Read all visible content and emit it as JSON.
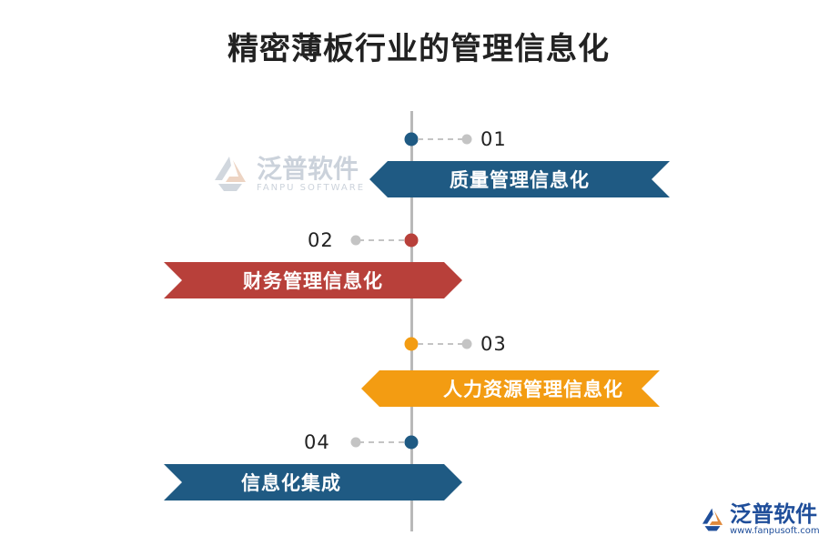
{
  "title": "精密薄板行业的管理信息化",
  "items": [
    {
      "number": "01",
      "label": "质量管理信息化",
      "color": "#1f5a83",
      "side": "right"
    },
    {
      "number": "02",
      "label": "财务管理信息化",
      "color": "#b8403a",
      "side": "left"
    },
    {
      "number": "03",
      "label": "人力资源管理信息化",
      "color": "#f39c12",
      "side": "right"
    },
    {
      "number": "04",
      "label": "信息化集成",
      "color": "#1f5a83",
      "side": "left"
    }
  ],
  "watermark": {
    "brand_zh": "泛普软件",
    "brand_en": "FANPU SOFTWARE",
    "url": "www.fanpusoft.com"
  }
}
